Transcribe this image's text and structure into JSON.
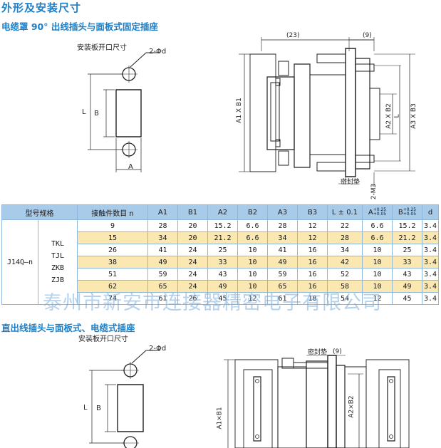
{
  "page_title": "外形及安装尺寸",
  "section1_title": "电缆罩 90° 出线插头与面板式固定插座",
  "section2_title": "直出线插头与面板式、电缆式插座",
  "mount_cutout_label": "安装板开口尺寸",
  "hole_label": "2-Φd",
  "seal_label": "密封垫",
  "drawing1": {
    "dim_23": "(23)",
    "dim_9": "(9)",
    "L": "L",
    "B": "B",
    "A": "A",
    "A1xB1": "A1 X B1",
    "A2xB2": "A2 X B2",
    "A3xB3": "A3 X B3",
    "M3": "2-M3"
  },
  "drawing2": {
    "dim_9": "(9)",
    "L": "L",
    "B": "B",
    "A1xB1": "A1×B1",
    "A2xB2": "A2×B2"
  },
  "table": {
    "headers": [
      "型号规格",
      "接触件数目 n",
      "A1",
      "B1",
      "A2",
      "B2",
      "A3",
      "B3",
      "L ± 0.1"
    ],
    "header_a_main": "A",
    "header_a_tol_plus": "+0.25",
    "header_a_tol_minus": "+0.05",
    "header_b_main": "B",
    "header_b_tol_plus": "+0.25",
    "header_b_tol_minus": "+0.05",
    "header_d": "d",
    "model": "J14Q—n",
    "types": [
      "TKL",
      "TJL",
      "ZKB",
      "ZJB"
    ],
    "rows": [
      [
        "9",
        "28",
        "20",
        "15.2",
        "6.6",
        "28",
        "12",
        "22",
        "6.6",
        "15.2",
        "3.4"
      ],
      [
        "15",
        "34",
        "20",
        "21.2",
        "6.6",
        "34",
        "12",
        "28",
        "6.6",
        "21.2",
        "3.4"
      ],
      [
        "26",
        "41",
        "24",
        "25",
        "10",
        "41",
        "16",
        "34",
        "10",
        "25",
        "3.4"
      ],
      [
        "38",
        "49",
        "24",
        "33",
        "10",
        "49",
        "16",
        "42",
        "10",
        "33",
        "3.4"
      ],
      [
        "51",
        "59",
        "24",
        "43",
        "10",
        "59",
        "16",
        "52",
        "10",
        "43",
        "3.4"
      ],
      [
        "62",
        "65",
        "24",
        "49",
        "10",
        "65",
        "16",
        "58",
        "10",
        "49",
        "3.4"
      ],
      [
        "74",
        "61",
        "26",
        "45",
        "12",
        "61",
        "18",
        "54",
        "12",
        "45",
        "3.4"
      ]
    ]
  },
  "watermark": "泰州市新安市连接器精密电子有限公司"
}
